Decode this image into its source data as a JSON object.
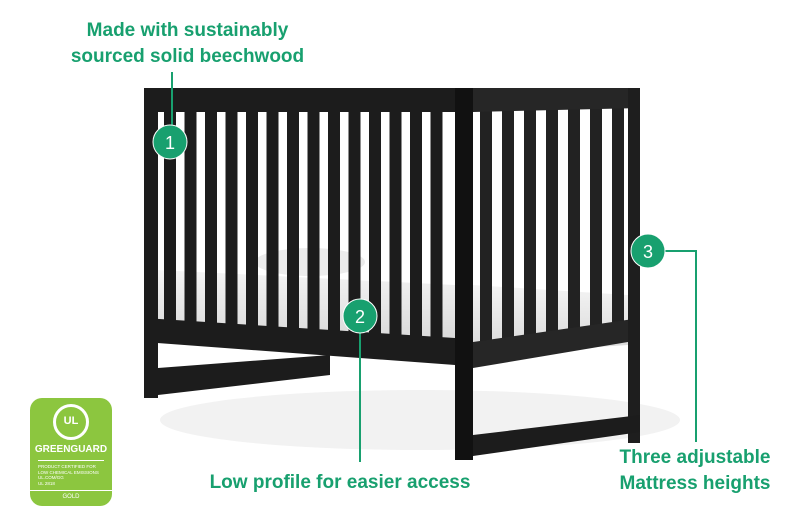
{
  "colors": {
    "accent": "#18a06f",
    "badge": "#8cc63f",
    "crib": "#1c1c1c"
  },
  "callouts": [
    {
      "number": "1",
      "lines": [
        "Made with sustainably",
        "sourced solid beechwood"
      ]
    },
    {
      "number": "2",
      "lines": [
        "Low profile for easier access"
      ]
    },
    {
      "number": "3",
      "lines": [
        "Three adjustable",
        "Mattress heights"
      ]
    }
  ],
  "badge": {
    "logo": "UL",
    "name": "GREENGUARD",
    "lines": [
      "PRODUCT CERTIFIED FOR",
      "LOW CHEMICAL EMISSIONS",
      "UL.COM/GG",
      "UL 2818"
    ],
    "tier": "GOLD"
  }
}
